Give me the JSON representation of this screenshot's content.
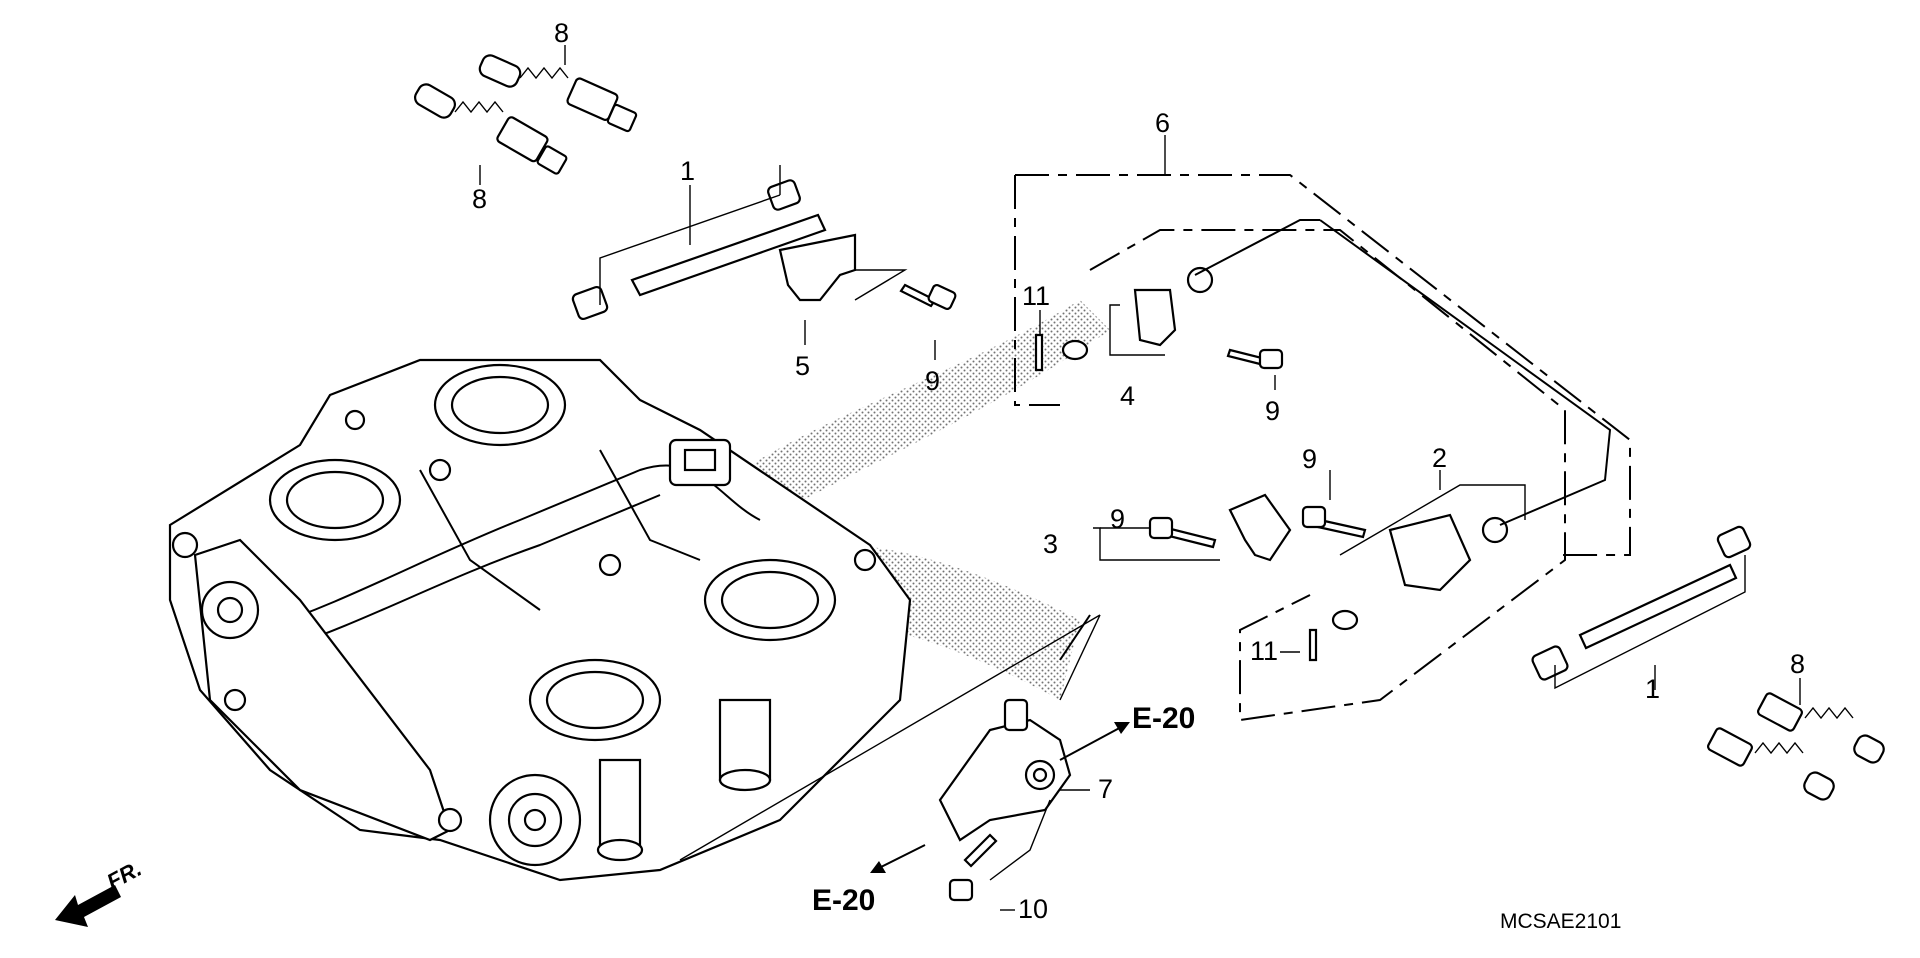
{
  "diagram": {
    "callouts": {
      "c1_upper": "1",
      "c1_lower": "1",
      "c2": "2",
      "c3": "3",
      "c4": "4",
      "c5": "5",
      "c6": "6",
      "c7": "7",
      "c8_top": "8",
      "c8_mid": "8",
      "c8_right": "8",
      "c9_a": "9",
      "c9_b": "9",
      "c9_c": "9",
      "c9_d": "9",
      "c10": "10",
      "c11_a": "11",
      "c11_b": "11"
    },
    "references": {
      "right": "E-20",
      "bottom": "E-20"
    },
    "front_marker": "FR.",
    "diagram_code": "MCSAE2101"
  }
}
